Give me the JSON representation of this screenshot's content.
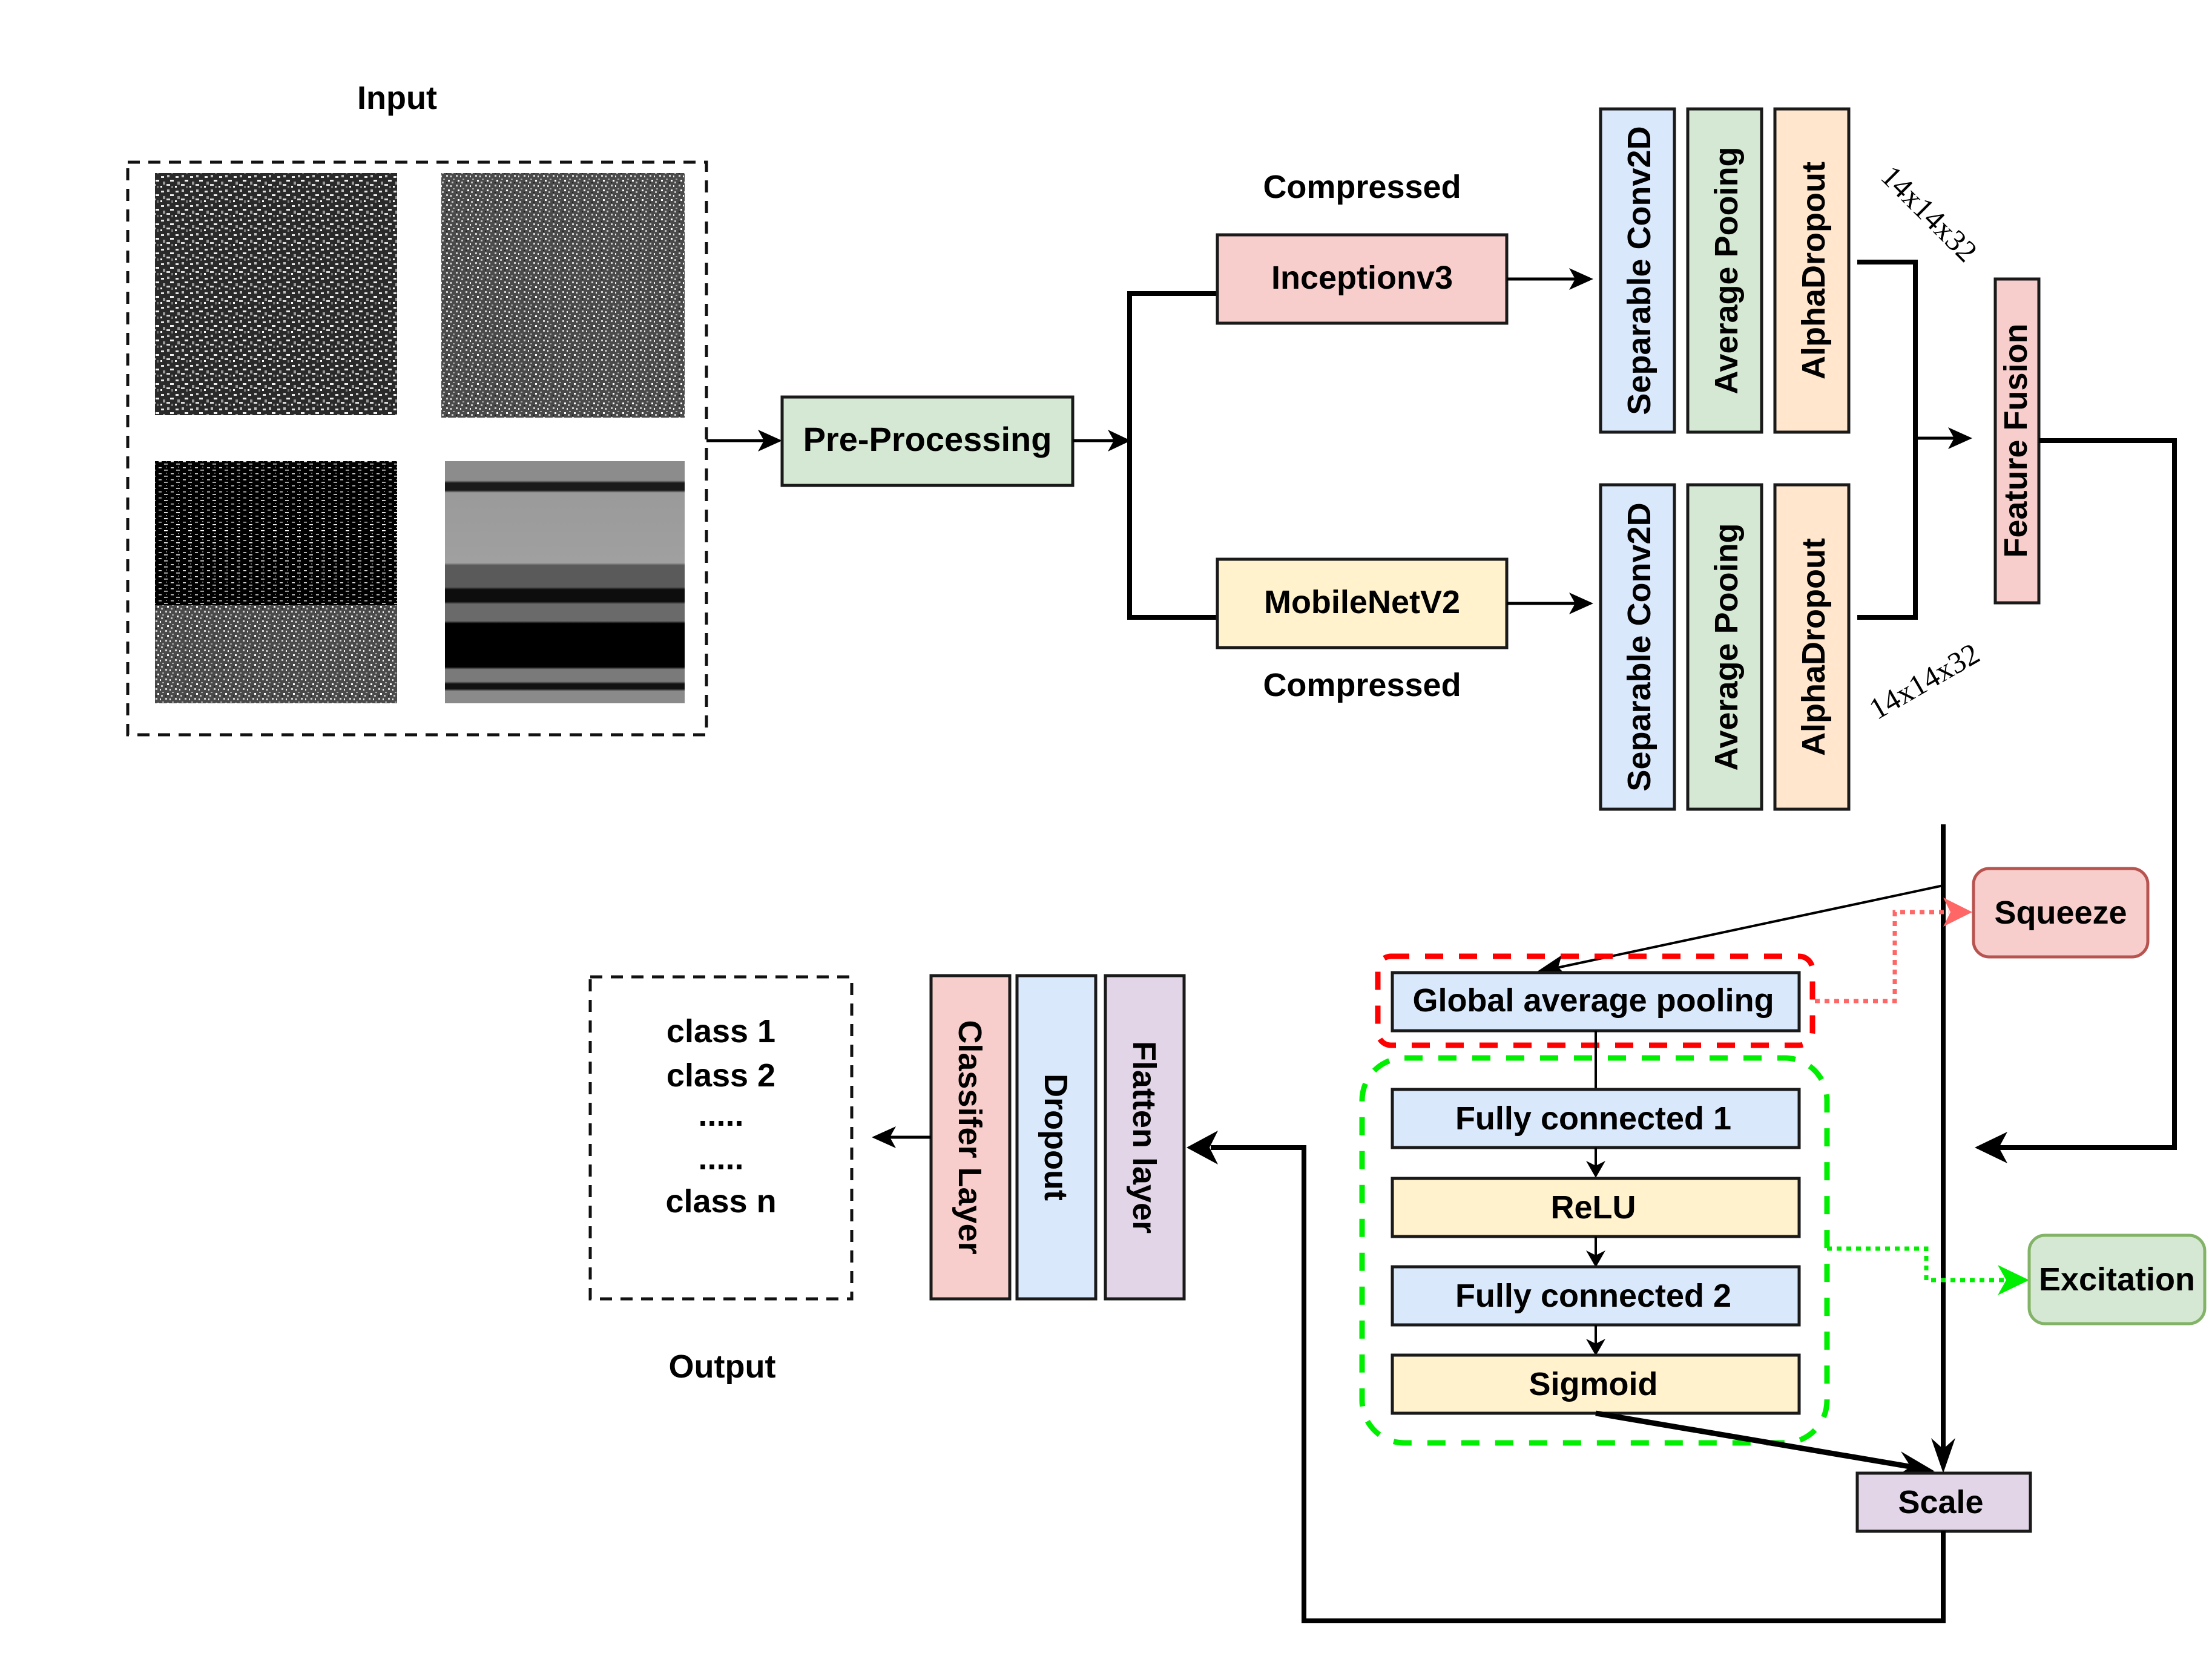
{
  "input": {
    "title": "Input",
    "images": [
      "texture-sample-1",
      "texture-sample-2",
      "texture-sample-3",
      "texture-sample-4"
    ]
  },
  "preprocessing": {
    "label": "Pre-Processing"
  },
  "branches": [
    {
      "backbone": "Inceptionv3",
      "note": "Compressed",
      "layers": [
        "Separable Conv2D",
        "Average Pooing",
        "AlphaDropout"
      ],
      "shape": "14x14x32"
    },
    {
      "backbone": "MobileNetV2",
      "note": "Compressed",
      "layers": [
        "Separable Conv2D",
        "Average Pooing",
        "AlphaDropout"
      ],
      "shape": "14x14x32"
    }
  ],
  "fusion": {
    "label": "Feature Fusion"
  },
  "se_block": {
    "squeeze_label": "Squeeze",
    "excitation_label": "Excitation",
    "gap": "Global average pooling",
    "steps": [
      "Fully connected 1",
      "ReLU",
      "Fully connected 2",
      "Sigmoid"
    ],
    "scale": "Scale"
  },
  "head": {
    "layers": [
      "Flatten layer",
      "Dropout",
      "Classifer Layer"
    ]
  },
  "output": {
    "title": "Output",
    "classes": [
      "class 1",
      "class 2",
      ".....",
      ".....",
      "class n"
    ]
  },
  "colors": {
    "red_fill": "#f8cecc",
    "yellow_fill": "#fff2cc",
    "blue_fill": "#dae8fc",
    "green_fill": "#d5e8d4",
    "orange_fill": "#ffe6cc",
    "purple_fill": "#e1d5e7",
    "squeeze_border": "#b85450",
    "excitation_border": "#82b366",
    "squeeze_dash": "#ff0000",
    "excite_dash": "#00ee00"
  }
}
